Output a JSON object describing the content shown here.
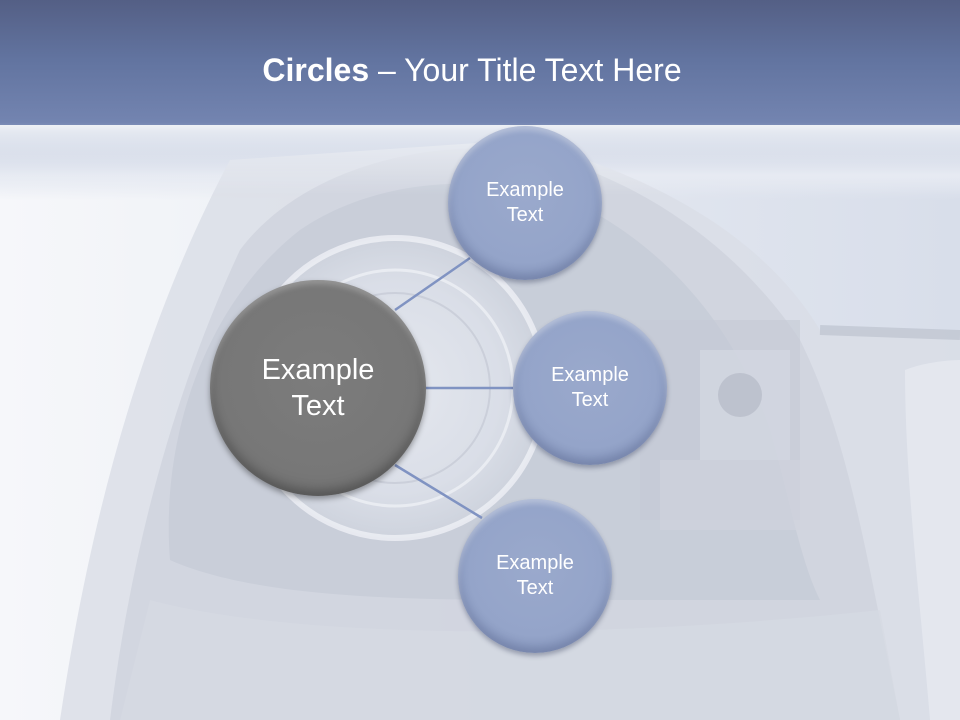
{
  "slide": {
    "title_bold": "Circles",
    "title_rest": " – Your Title Text Here"
  },
  "diagram": {
    "center": {
      "label_line1": "Example",
      "label_line2": "Text",
      "color": "#777777"
    },
    "satellites": [
      {
        "position": "top",
        "label_line1": "Example",
        "label_line2": "Text",
        "color": "#94a4c9"
      },
      {
        "position": "middle",
        "label_line1": "Example",
        "label_line2": "Text",
        "color": "#94a4c9"
      },
      {
        "position": "bottom",
        "label_line1": "Example",
        "label_line2": "Text",
        "color": "#94a4c9"
      }
    ],
    "connector_color": "#8093c2"
  },
  "theme": {
    "header_top": "#545f85",
    "header_bottom": "#7384b0",
    "background": "#eef1f7"
  }
}
